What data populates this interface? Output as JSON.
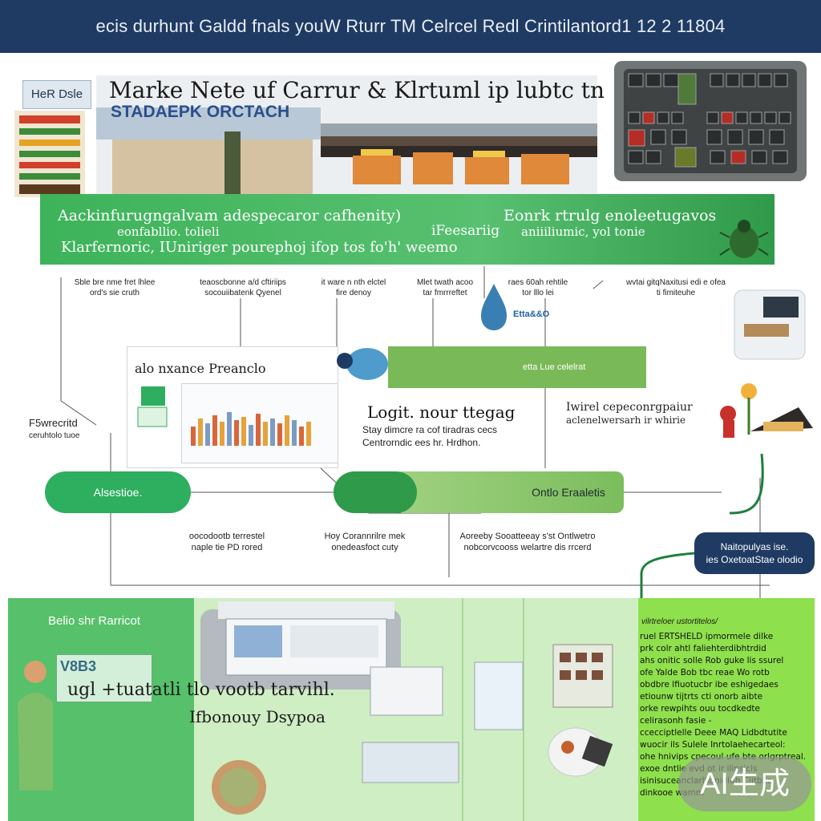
{
  "header": {
    "title": "ecis durhunt Galdd fnals youW Rturr TM Celrcel Redl Crintilantord1 12 2 11804"
  },
  "hero": {
    "badge": "HeR Dsle",
    "headline": "Marke Nete uf Carrur & Klrtuml ip lubtc tn",
    "subheadline": "STADAEPK ORCTACH"
  },
  "banner": {
    "line1": "Aackinfurugngalvam adespecaror cafhenity)",
    "line2": "eonfabllio. tolieli",
    "line3": "Klarfernoric, IUniriger pourephoj ifop tos fo'h' weemo",
    "mid": "iFeesariig",
    "right1": "Eonrk rtrulg enoleetugavos",
    "right2": "aniiiliumic, yol tonie"
  },
  "captions": [
    {
      "l1": "Sble bre nme fret lhlee",
      "l2": "ord's sie cruth"
    },
    {
      "l1": "teaoscbonne a/d cftiriips",
      "l2": "socouiibatenk Qyenel"
    },
    {
      "l1": "it ware n nth elctel",
      "l2": "fire denoy"
    },
    {
      "l1": "Mlet twath acoo",
      "l2": "tar fmrrreftet"
    },
    {
      "l1": "raes 60ah rehtile",
      "l2": "tor lllo lei"
    },
    {
      "l1": "wvtai gitqNaxitusi edi e ofea",
      "l2": "ti fimiteuhe"
    }
  ],
  "middle": {
    "blue_label": "Etta&&O",
    "preview_title": "alo nxance Preanclo",
    "left_feature1": "F5wrecritd",
    "left_feature2": "ceruhtolo tuoe",
    "logic_title": "Logit. nour ttegag",
    "logic_body1": "Stay dimcre ra cof tiradras cecs",
    "logic_body2": "Centrorndic ees hr. Hrdhon.",
    "right_note1": "Iwirel cepeconrgpaiur",
    "right_note2": "aclenelwersarh ir whirie",
    "band_label": "etta Lue celelrat"
  },
  "pills": {
    "a": "Alsestioe.",
    "c": "Ontlo Eraaletis"
  },
  "lower_captions": [
    {
      "l1": "oocodootb terrestel",
      "l2": "naple tie PD rored"
    },
    {
      "l1": "Hoy Corannrilre mek",
      "l2": "onedeasfoct cuty"
    },
    {
      "l1": "Aoreeby Sooatteeay s'st Ontlwetro",
      "l2": "nobcorvcooss welartre dis rrcerd"
    }
  ],
  "dark_label": {
    "l1": "Naitopulyas ise.",
    "l2": "ies OxetoatStae olodio"
  },
  "bottom": {
    "head": "Belio shr Rarricot",
    "badge": "V8B3",
    "slogan": "ugl +tuatatli tlo vootb tarvihl.",
    "sub": "Ifbonouy Dsypoa"
  },
  "right_panel": {
    "title": "vilrtreloer ustortitelos/",
    "lines": [
      "ruel ERTSHELD ipmormele dilke",
      "prk colr ahtl faliehterdibhtrdid",
      "ahs onitic solle Rob guke lis ssurel",
      "ofe Yalde Bob tbc reae Wo rotb",
      "obdbre lfiuotucbr ibe eshigedaes",
      "etiounw tijtrts cti onorb aibte",
      "orke rewpihts ouu tocdkedte",
      "celirasonh fasie -",
      "ccecciptlelle Deee MAQ Lidbdtutite",
      "wuocir ils Sulele Inrtolaehecarteol:",
      "ohe hnivips cpecoul ufe bte orlgrptreal.",
      "exoe dntlie evd ot ir ilinsicis",
      "isinisuceanclarllionidiuh Ciitbiie",
      "dinkooe wamm"
    ]
  },
  "watermark": "AI生成",
  "colors": {
    "header": "#1f3b63",
    "banner_green": "#3db35a",
    "band_green": "#7ab957",
    "pill_green": "#2eae5f",
    "bottom_green": "#56c06a",
    "bottom_light": "#cfeec4",
    "bottom_lime": "#8ee04d"
  }
}
